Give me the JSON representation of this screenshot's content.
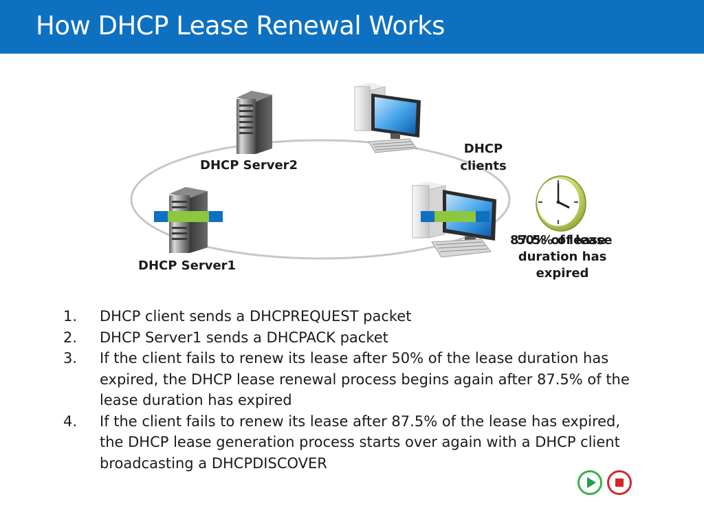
{
  "slide": {
    "title": "How DHCP Lease Renewal Works"
  },
  "diagram": {
    "server2_label": "DHCP Server2",
    "server1_label": "DHCP Server1",
    "clients_label_line1": "DHCP",
    "clients_label_line2": "clients",
    "lease_overlap_a": "87.5% of lease",
    "lease_overlap_b": "50% of lease",
    "lease_line2": "duration has",
    "lease_line3": "expired"
  },
  "steps": [
    {
      "number": "1.",
      "lines": [
        "DHCP client sends a DHCPREQUEST packet"
      ]
    },
    {
      "number": "2.",
      "lines": [
        "DHCP Server1 sends a DHCPACK packet"
      ]
    },
    {
      "number": "3.",
      "lines": [
        "If the client fails to renew its lease after 50% of the lease duration has",
        "expired, the DHCP lease renewal process begins again after 87.5% of the",
        "lease duration has expired"
      ]
    },
    {
      "number": "4.",
      "lines": [
        "If the client fails to renew its lease after 87.5% of the lease has expired,",
        "the DHCP lease generation process starts over again with a DHCP client",
        "broadcasting a DHCPDISCOVER"
      ]
    }
  ],
  "controls": {
    "play_icon": "play-icon",
    "stop_icon": "stop-icon"
  },
  "colors": {
    "header": "#0e70c0",
    "packet_blue": "#0e70c0",
    "packet_green": "#8dc63f",
    "play": "#38b24a",
    "stop": "#d4252b"
  }
}
